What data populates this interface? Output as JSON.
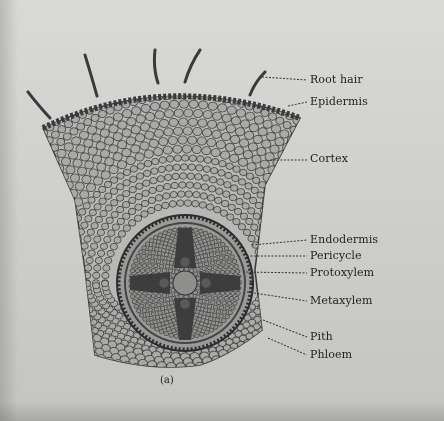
{
  "figure": {
    "caption": "(a)",
    "labels": [
      {
        "id": "root-hair",
        "text": "Root hair"
      },
      {
        "id": "epidermis",
        "text": "Epidermis"
      },
      {
        "id": "cortex",
        "text": "Cortex"
      },
      {
        "id": "endodermis",
        "text": "Endodermis"
      },
      {
        "id": "pericycle",
        "text": "Pericycle"
      },
      {
        "id": "protoxylem",
        "text": "Protoxylem"
      },
      {
        "id": "metaxylem",
        "text": "Metaxylem"
      },
      {
        "id": "pith",
        "text": "Pith"
      },
      {
        "id": "phloem",
        "text": "Phloem"
      }
    ]
  },
  "colors": {
    "paper": "#d2d2d0",
    "cell_fill": "#a9a9a7",
    "cell_stroke": "#444444",
    "ink": "#222222"
  }
}
